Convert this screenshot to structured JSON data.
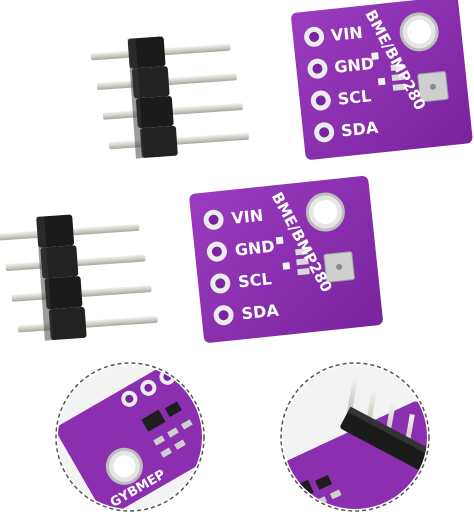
{
  "board_top": {
    "pins": [
      "VIN",
      "GND",
      "SCL",
      "SDA"
    ],
    "chip_label": "BME/BMP280"
  },
  "board_bottom": {
    "pins": [
      "VIN",
      "GND",
      "SCL",
      "SDA"
    ],
    "chip_label": "BME/BMP280"
  },
  "detail_left": {
    "silkscreen": "GYBMEP"
  },
  "colors": {
    "pcb": "#8b2fb0",
    "pcb_dark": "#6c1f8c",
    "pad": "#e9e9e9",
    "header_black": "#1b1b1b",
    "pin_metal": "#d9d7d0",
    "outline_dash": "#555555"
  },
  "icons": [
    "header-pins-icon",
    "pcb-board-icon",
    "sensor-chip-icon"
  ]
}
